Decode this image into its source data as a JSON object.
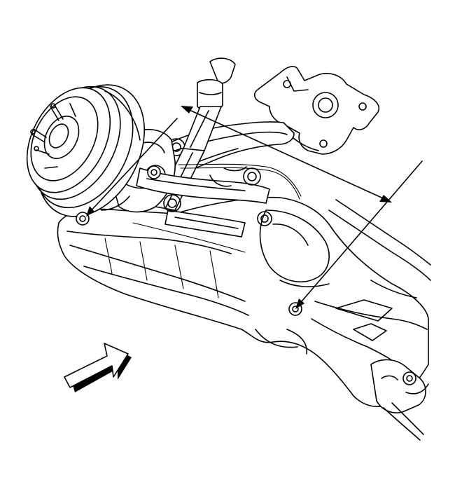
{
  "figure": {
    "description_label": "",
    "parts": [
      "brake-drum",
      "wheel-studs",
      "shock-absorber",
      "upper-control-arm",
      "lower-control-arm",
      "rear-subframe",
      "subframe-mount-bracket",
      "mounting-bolt-rear-left",
      "mounting-bolt-rear-right",
      "mounting-bolt-front"
    ],
    "callouts": [
      {
        "name": "pointer-upper-left-bolt"
      },
      {
        "name": "pointer-lower-right-bolt"
      },
      {
        "name": "dimension-arrow"
      }
    ],
    "direction_arrow": "front-of-vehicle-arrow",
    "line_color": "#000000",
    "background_color": "#ffffff"
  }
}
